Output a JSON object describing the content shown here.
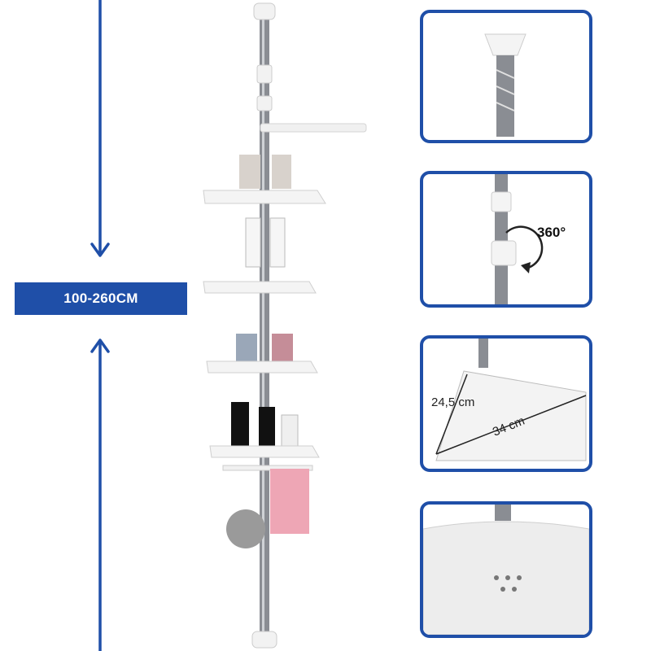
{
  "height_label": "100-260CM",
  "rotation_label": "360°",
  "depth_label": "24,5 cm",
  "width_label": "34 cm",
  "colors": {
    "accent": "#1f4fa8",
    "pole": "#8a8d93",
    "shelf": "#f4f4f4",
    "towel": "#eea6b5"
  },
  "icons": [
    "arrow-down-icon",
    "arrow-up-icon",
    "rotate-icon"
  ]
}
